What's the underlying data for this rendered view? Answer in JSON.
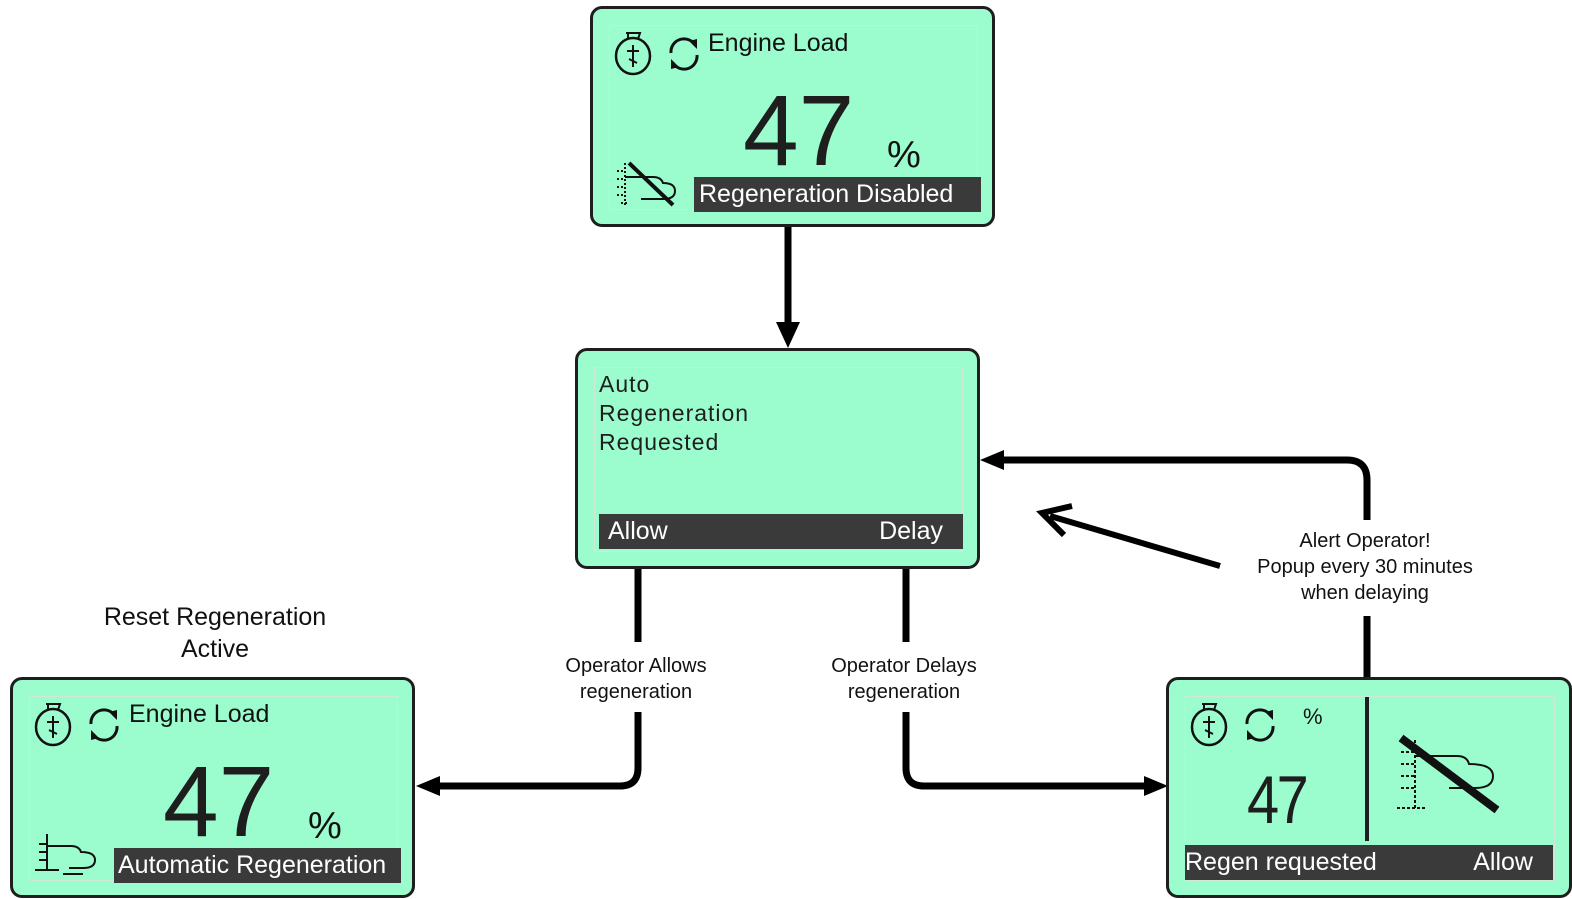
{
  "screens": {
    "top": {
      "title": "Engine Load",
      "value": "47",
      "unit": "%",
      "status": "Regeneration Disabled",
      "icons": [
        "engine-icon",
        "rotation-icon",
        "regen-disabled-icon"
      ]
    },
    "middle": {
      "lines": [
        "Auto",
        "Regeneration",
        "Requested"
      ],
      "left_softkey": "Allow",
      "right_softkey": "Delay"
    },
    "bottom_left": {
      "title": "Engine Load",
      "value": "47",
      "unit": "%",
      "status": "Automatic Regeneration",
      "icons": [
        "engine-icon",
        "rotation-icon",
        "regen-active-icon"
      ]
    },
    "bottom_right": {
      "unit": "%",
      "value": "47",
      "status": "Regen requested",
      "softkey": "Allow",
      "icons": [
        "engine-icon",
        "rotation-icon",
        "regen-inhibit-icon"
      ]
    }
  },
  "labels": {
    "reset": [
      "Reset Regeneration",
      "Active"
    ],
    "operator_allows": [
      "Operator Allows",
      "regeneration"
    ],
    "operator_delays": [
      "Operator Delays",
      "regeneration"
    ],
    "alert": [
      "Alert Operator!",
      "Popup every 30 minutes",
      "when delaying"
    ]
  },
  "colors": {
    "screen_bg": "#9bfdce",
    "bar_bg": "#3a3a3a",
    "line": "#000000"
  }
}
